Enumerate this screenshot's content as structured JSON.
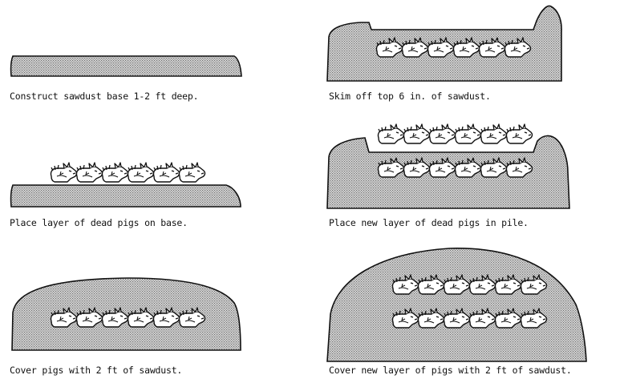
{
  "panels": [
    {
      "caption": "Construct sawdust base 1-2 ft deep.",
      "pig_layers": 0
    },
    {
      "caption": "Skim off top 6 in. of sawdust.",
      "pig_layers": 1
    },
    {
      "caption": "Place layer of dead pigs on base.",
      "pig_layers": 1
    },
    {
      "caption": "Place new layer of dead pigs in pile.",
      "pig_layers": 2
    },
    {
      "caption": "Cover pigs with 2 ft of sawdust.",
      "pig_layers": 1
    },
    {
      "caption": "Cover new layer of pigs with 2 ft of sawdust.",
      "pig_layers": 2
    }
  ],
  "pigs_per_layer": 6,
  "colors": {
    "ink": "#111111",
    "sawdust_dot": "#6f6f6f",
    "sawdust_bg": "#d9d9d9"
  }
}
